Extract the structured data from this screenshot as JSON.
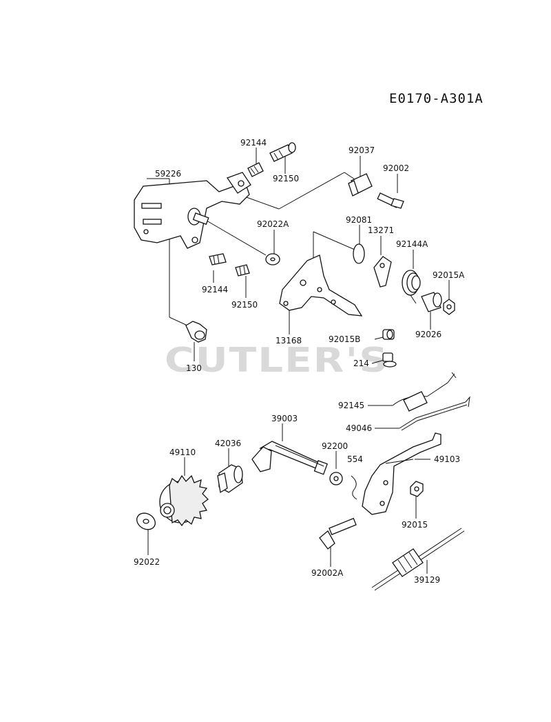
{
  "diagram_id": "E0170-A301A",
  "watermark": "CUTLER'S",
  "labels": {
    "p92144a": "92144",
    "p92150a": "92150",
    "p92037": "92037",
    "p92002": "92002",
    "p59226": "59226",
    "p92022A": "92022A",
    "p92081": "92081",
    "p13271": "13271",
    "p92144A": "92144A",
    "p92015A": "92015A",
    "p92144b": "92144",
    "p92150b": "92150",
    "p13168": "13168",
    "p92015B": "92015B",
    "p92026": "92026",
    "p130": "130",
    "p214": "214",
    "p92145": "92145",
    "p49046": "49046",
    "p39003": "39003",
    "p49110": "49110",
    "p42036": "42036",
    "p92200": "92200",
    "p554": "554",
    "p49103": "49103",
    "p92015": "92015",
    "p92022": "92022",
    "p92002A": "92002A",
    "p39129": "39129"
  }
}
